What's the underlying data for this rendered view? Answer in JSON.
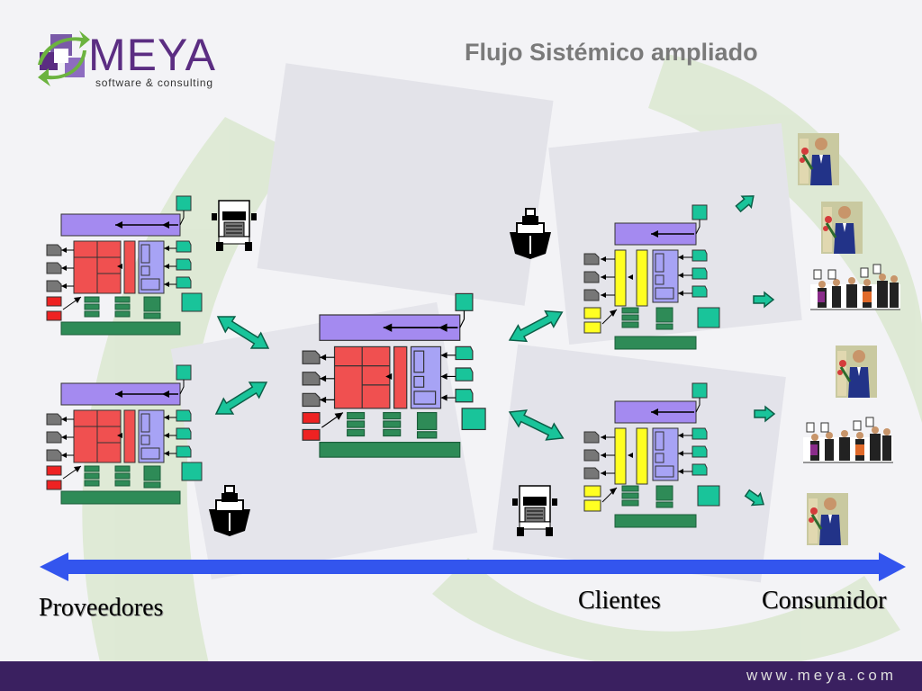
{
  "header": {
    "logo_name": "MEYA",
    "logo_tagline": "software & consulting",
    "title": "Flujo Sistémico ampliado"
  },
  "labels": {
    "suppliers": "Proveedores",
    "clients": "Clientes",
    "consumer": "Consumidor"
  },
  "footer": {
    "url": "www.meya.com"
  },
  "colors": {
    "accent_purple": "#5b2d82",
    "logo_green": "#6cb33f",
    "block_red": "#f05050",
    "block_yellow": "#ffff22",
    "block_violet": "#a48af0",
    "block_lavender": "#a7a3f5",
    "connector_teal": "#19c49a",
    "base_green": "#2e8b57",
    "flow_arrow_blue": "#3355ee",
    "footer_bg": "#3a2060"
  },
  "icons": {
    "truck": "truck-icon",
    "ship": "ship-icon",
    "consumer_single": "person-icon",
    "consumer_group": "crowd-icon"
  }
}
